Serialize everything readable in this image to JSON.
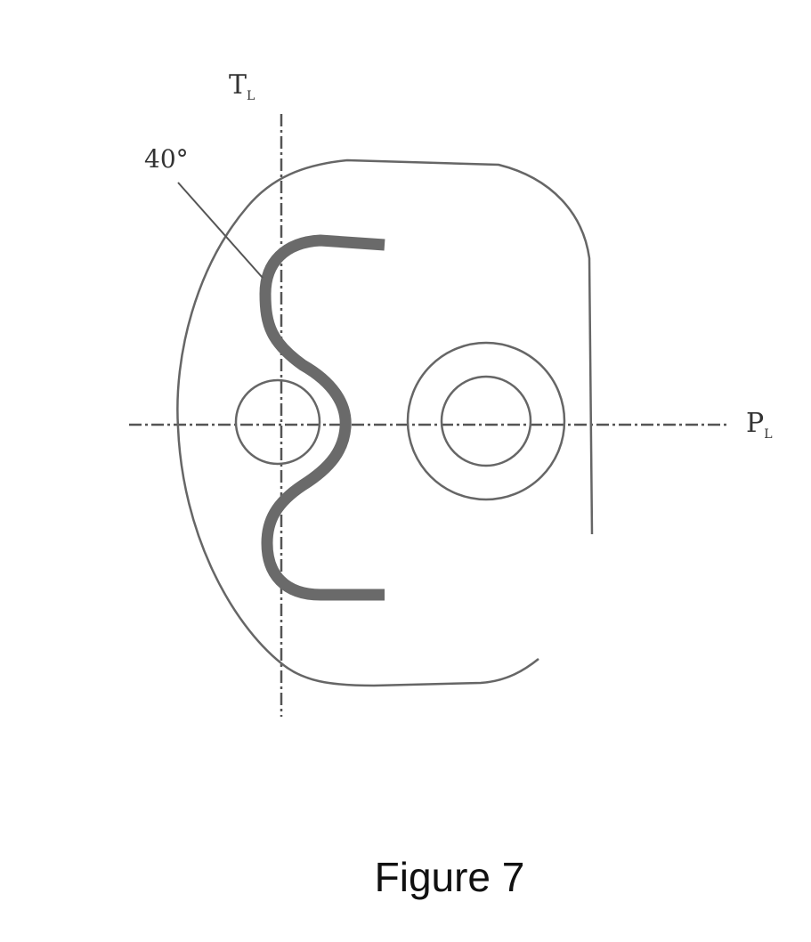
{
  "labels": {
    "t_axis": "T",
    "t_axis_sub": "L",
    "p_axis": "P",
    "p_axis_sub": "L",
    "angle": "40°"
  },
  "caption": "Figure 7"
}
